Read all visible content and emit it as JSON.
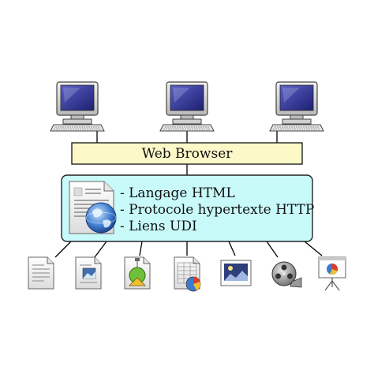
{
  "browser_bar": {
    "label": "Web Browser"
  },
  "web_panel": {
    "items": [
      "- Langage HTML",
      "- Protocole hypertexte HTTP",
      "- Liens UDI"
    ]
  },
  "computers": [
    {
      "icon": "computer-icon"
    },
    {
      "icon": "computer-icon"
    },
    {
      "icon": "computer-icon"
    }
  ],
  "resources": [
    {
      "icon": "text-document-icon"
    },
    {
      "icon": "image-document-icon"
    },
    {
      "icon": "vector-drawing-icon"
    },
    {
      "icon": "spreadsheet-chart-icon"
    },
    {
      "icon": "photo-icon"
    },
    {
      "icon": "film-reel-icon"
    },
    {
      "icon": "presentation-icon"
    }
  ],
  "colors": {
    "browser_bar_fill": "#fdf8c8",
    "panel_fill": "#c9fafa",
    "screen": "#2b2f8a",
    "monitor_body": "#d8d8d8"
  }
}
